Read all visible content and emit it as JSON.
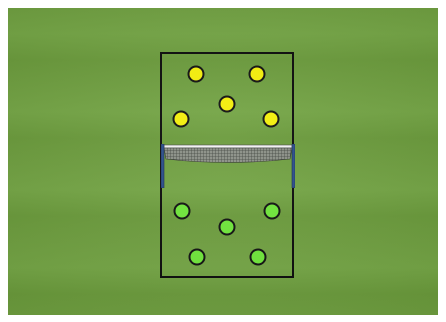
{
  "colors": {
    "grass": "#6e9f3f",
    "court_line": "#0b0b0b",
    "net_post": "#2a4c8a",
    "team_top": "#f5f00a",
    "team_bottom": "#6fe63a"
  },
  "teams": [
    {
      "name": "",
      "color": "#f5f00a",
      "side": "top",
      "player_count": 5
    },
    {
      "name": "",
      "color": "#6fe63a",
      "side": "bottom",
      "player_count": 5
    }
  ]
}
